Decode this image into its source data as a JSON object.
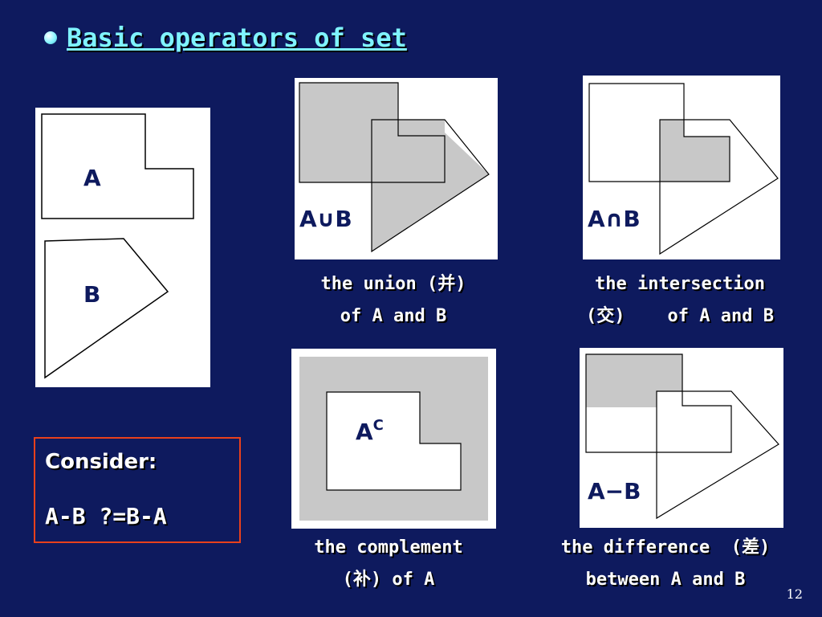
{
  "title": "Basic operators of set",
  "diagram": {
    "set_a_label": "A",
    "set_b_label": "B",
    "union_label": "A∪B",
    "intersection_label": "A∩B",
    "complement_base": "A",
    "complement_sup": "C",
    "difference_label": "A−B",
    "shade_color": "#c8c8c8"
  },
  "captions": {
    "union": "the union (并)\nof A and B",
    "intersection": "the intersection\n(交)    of A and B",
    "complement": "the complement\n(补) of A",
    "difference": "the difference  (差)\nbetween A and B"
  },
  "consider": {
    "title": "Consider:",
    "question": "A-B ?=B-A"
  },
  "page_number": "12"
}
